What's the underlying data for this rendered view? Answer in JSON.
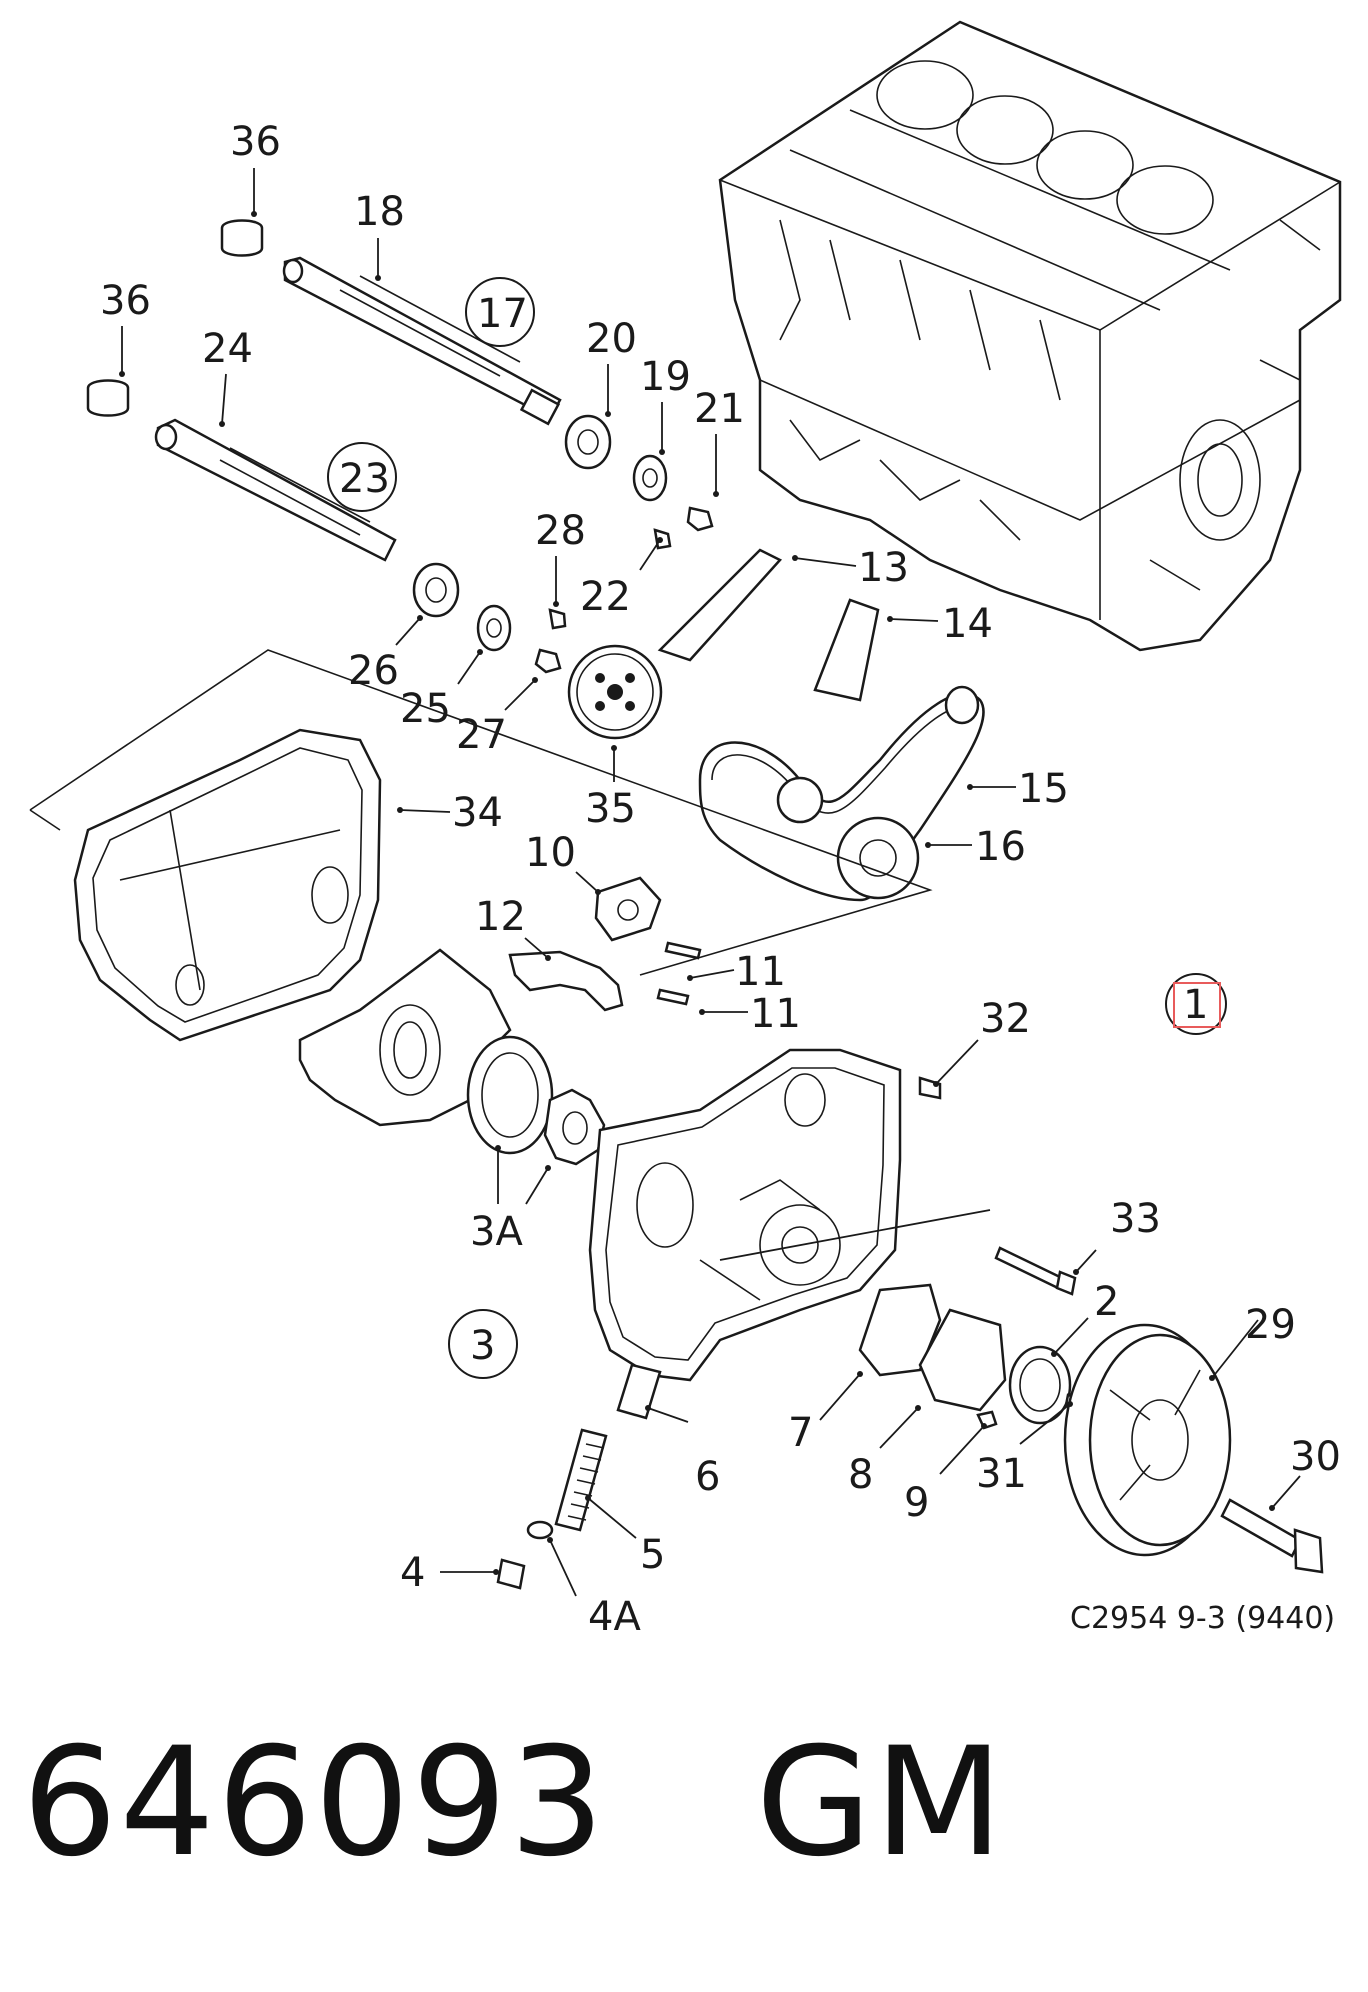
{
  "diagram": {
    "callouts": [
      "36",
      "18",
      "17",
      "36",
      "24",
      "23",
      "20",
      "19",
      "21",
      "28",
      "22",
      "13",
      "14",
      "26",
      "25",
      "27",
      "35",
      "15",
      "16",
      "34",
      "10",
      "12",
      "11",
      "11",
      "1",
      "32",
      "3A",
      "33",
      "3",
      "2",
      "29",
      "7",
      "6",
      "8",
      "9",
      "31",
      "30",
      "5",
      "4",
      "4A"
    ],
    "figure_code": "C2954 9-3 (9440)"
  },
  "part": {
    "number": "646093",
    "brand": "GM"
  }
}
